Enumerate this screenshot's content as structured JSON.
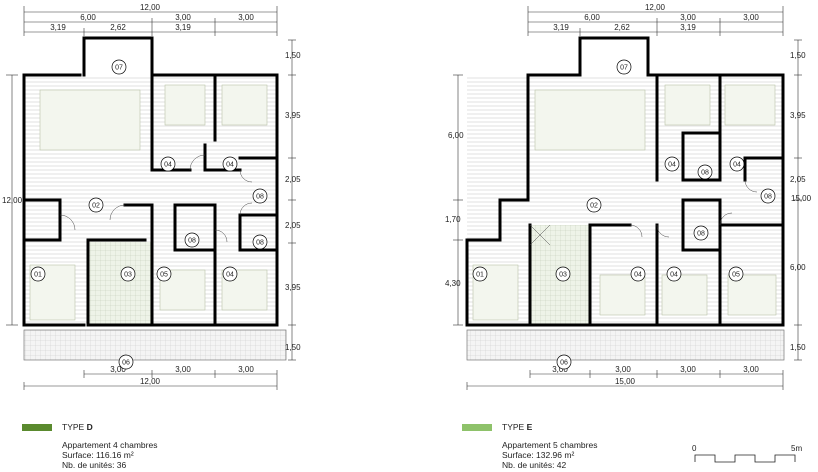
{
  "plan_d": {
    "top_dims": {
      "total": "12,00",
      "mid_a": "6,00",
      "mid_b": "3,00",
      "mid_c": "3,00",
      "sub_a": "3,19",
      "sub_b": "2,62",
      "sub_c": "3,19"
    },
    "left_dim": "12,00",
    "right_dims": [
      "1,50",
      "3,95",
      "2,05",
      "2,05",
      "3,95",
      "1,50"
    ],
    "bottom_dims": {
      "seg_a": "3,00",
      "seg_b": "3,00",
      "seg_c": "3,00",
      "total": "12,00"
    },
    "rooms": [
      "07",
      "04",
      "04",
      "02",
      "08",
      "08",
      "08",
      "01",
      "03",
      "05",
      "04",
      "06"
    ]
  },
  "plan_e": {
    "top_dims": {
      "total": "12,00",
      "mid_a": "6,00",
      "mid_b": "3,00",
      "mid_c": "3,00",
      "sub_a": "3,19",
      "sub_b": "2,62",
      "sub_c": "3,19"
    },
    "left_dims": [
      "6,00",
      "1,70",
      "4,30"
    ],
    "right_dims": [
      "1,50",
      "3,95",
      "2,05",
      "15,00",
      "6,00",
      "1,50"
    ],
    "bottom_dims": {
      "seg_a": "3,00",
      "seg_b": "3,00",
      "seg_c": "3,00",
      "seg_d": "3,00",
      "total": "15,00"
    },
    "rooms": [
      "07",
      "04",
      "08",
      "04",
      "08",
      "02",
      "08",
      "01",
      "03",
      "04",
      "04",
      "05",
      "06"
    ]
  },
  "legend_d": {
    "type_prefix": "TYPE ",
    "type_letter": "D",
    "color": "#5a8a2e",
    "line1": "Appartement 4 chambres",
    "line2": "Surface: 116.16 m²",
    "line3": "Nb. de unités: 36"
  },
  "legend_e": {
    "type_prefix": "TYPE ",
    "type_letter": "E",
    "color": "#8ec26a",
    "line1": "Appartement 5 chambres",
    "line2": "Surface: 132.96 m²",
    "line3": "Nb. de unités: 42"
  },
  "scale": {
    "start": "0",
    "end": "5m"
  }
}
